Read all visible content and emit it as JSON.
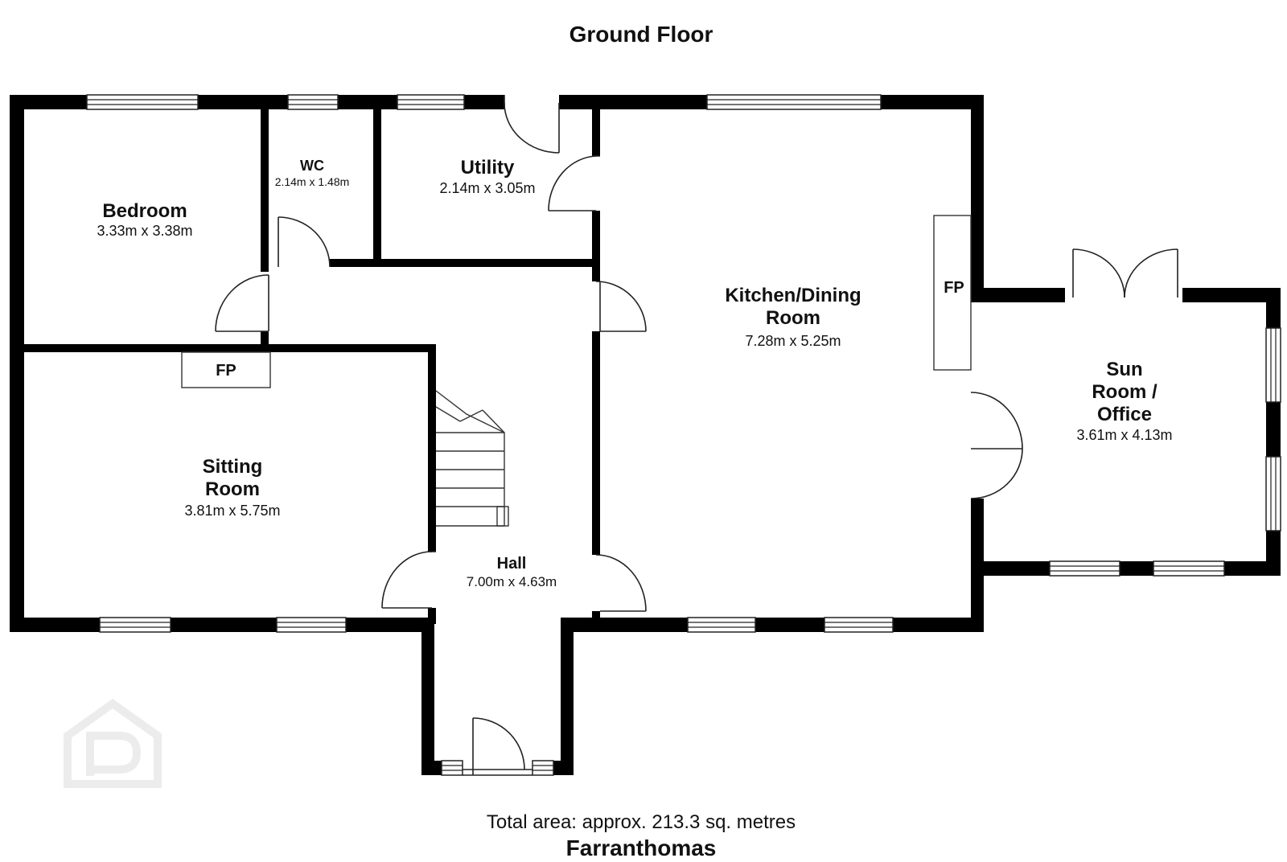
{
  "plan": {
    "title": "Ground Floor",
    "rooms": {
      "bedroom": {
        "name": "Bedroom",
        "size": "3.33m x 3.38m"
      },
      "wc": {
        "name": "WC",
        "size": "2.14m x 1.48m"
      },
      "utility": {
        "name": "Utility",
        "size": "2.14m x 3.05m"
      },
      "kitchen": {
        "name_line1": "Kitchen/Dining",
        "name_line2": "Room",
        "size": "7.28m x 5.25m"
      },
      "sitting": {
        "name_line1": "Sitting",
        "name_line2": "Room",
        "size": "3.81m x 5.75m"
      },
      "hall": {
        "name": "Hall",
        "size": "7.00m x 4.63m"
      },
      "sunroom": {
        "name_line1": "Sun",
        "name_line2": "Room /",
        "name_line3": "Office",
        "size": "3.61m x 4.13m"
      }
    },
    "fireplace_label": "FP",
    "total_area": "Total area: approx. 213.3 sq. metres",
    "property_name": "Farranthomas"
  },
  "colors": {
    "wall": "#000000",
    "background": "#ffffff",
    "watermark": "#ececec"
  },
  "icons": {
    "watermark": "house-p-logo-icon"
  }
}
